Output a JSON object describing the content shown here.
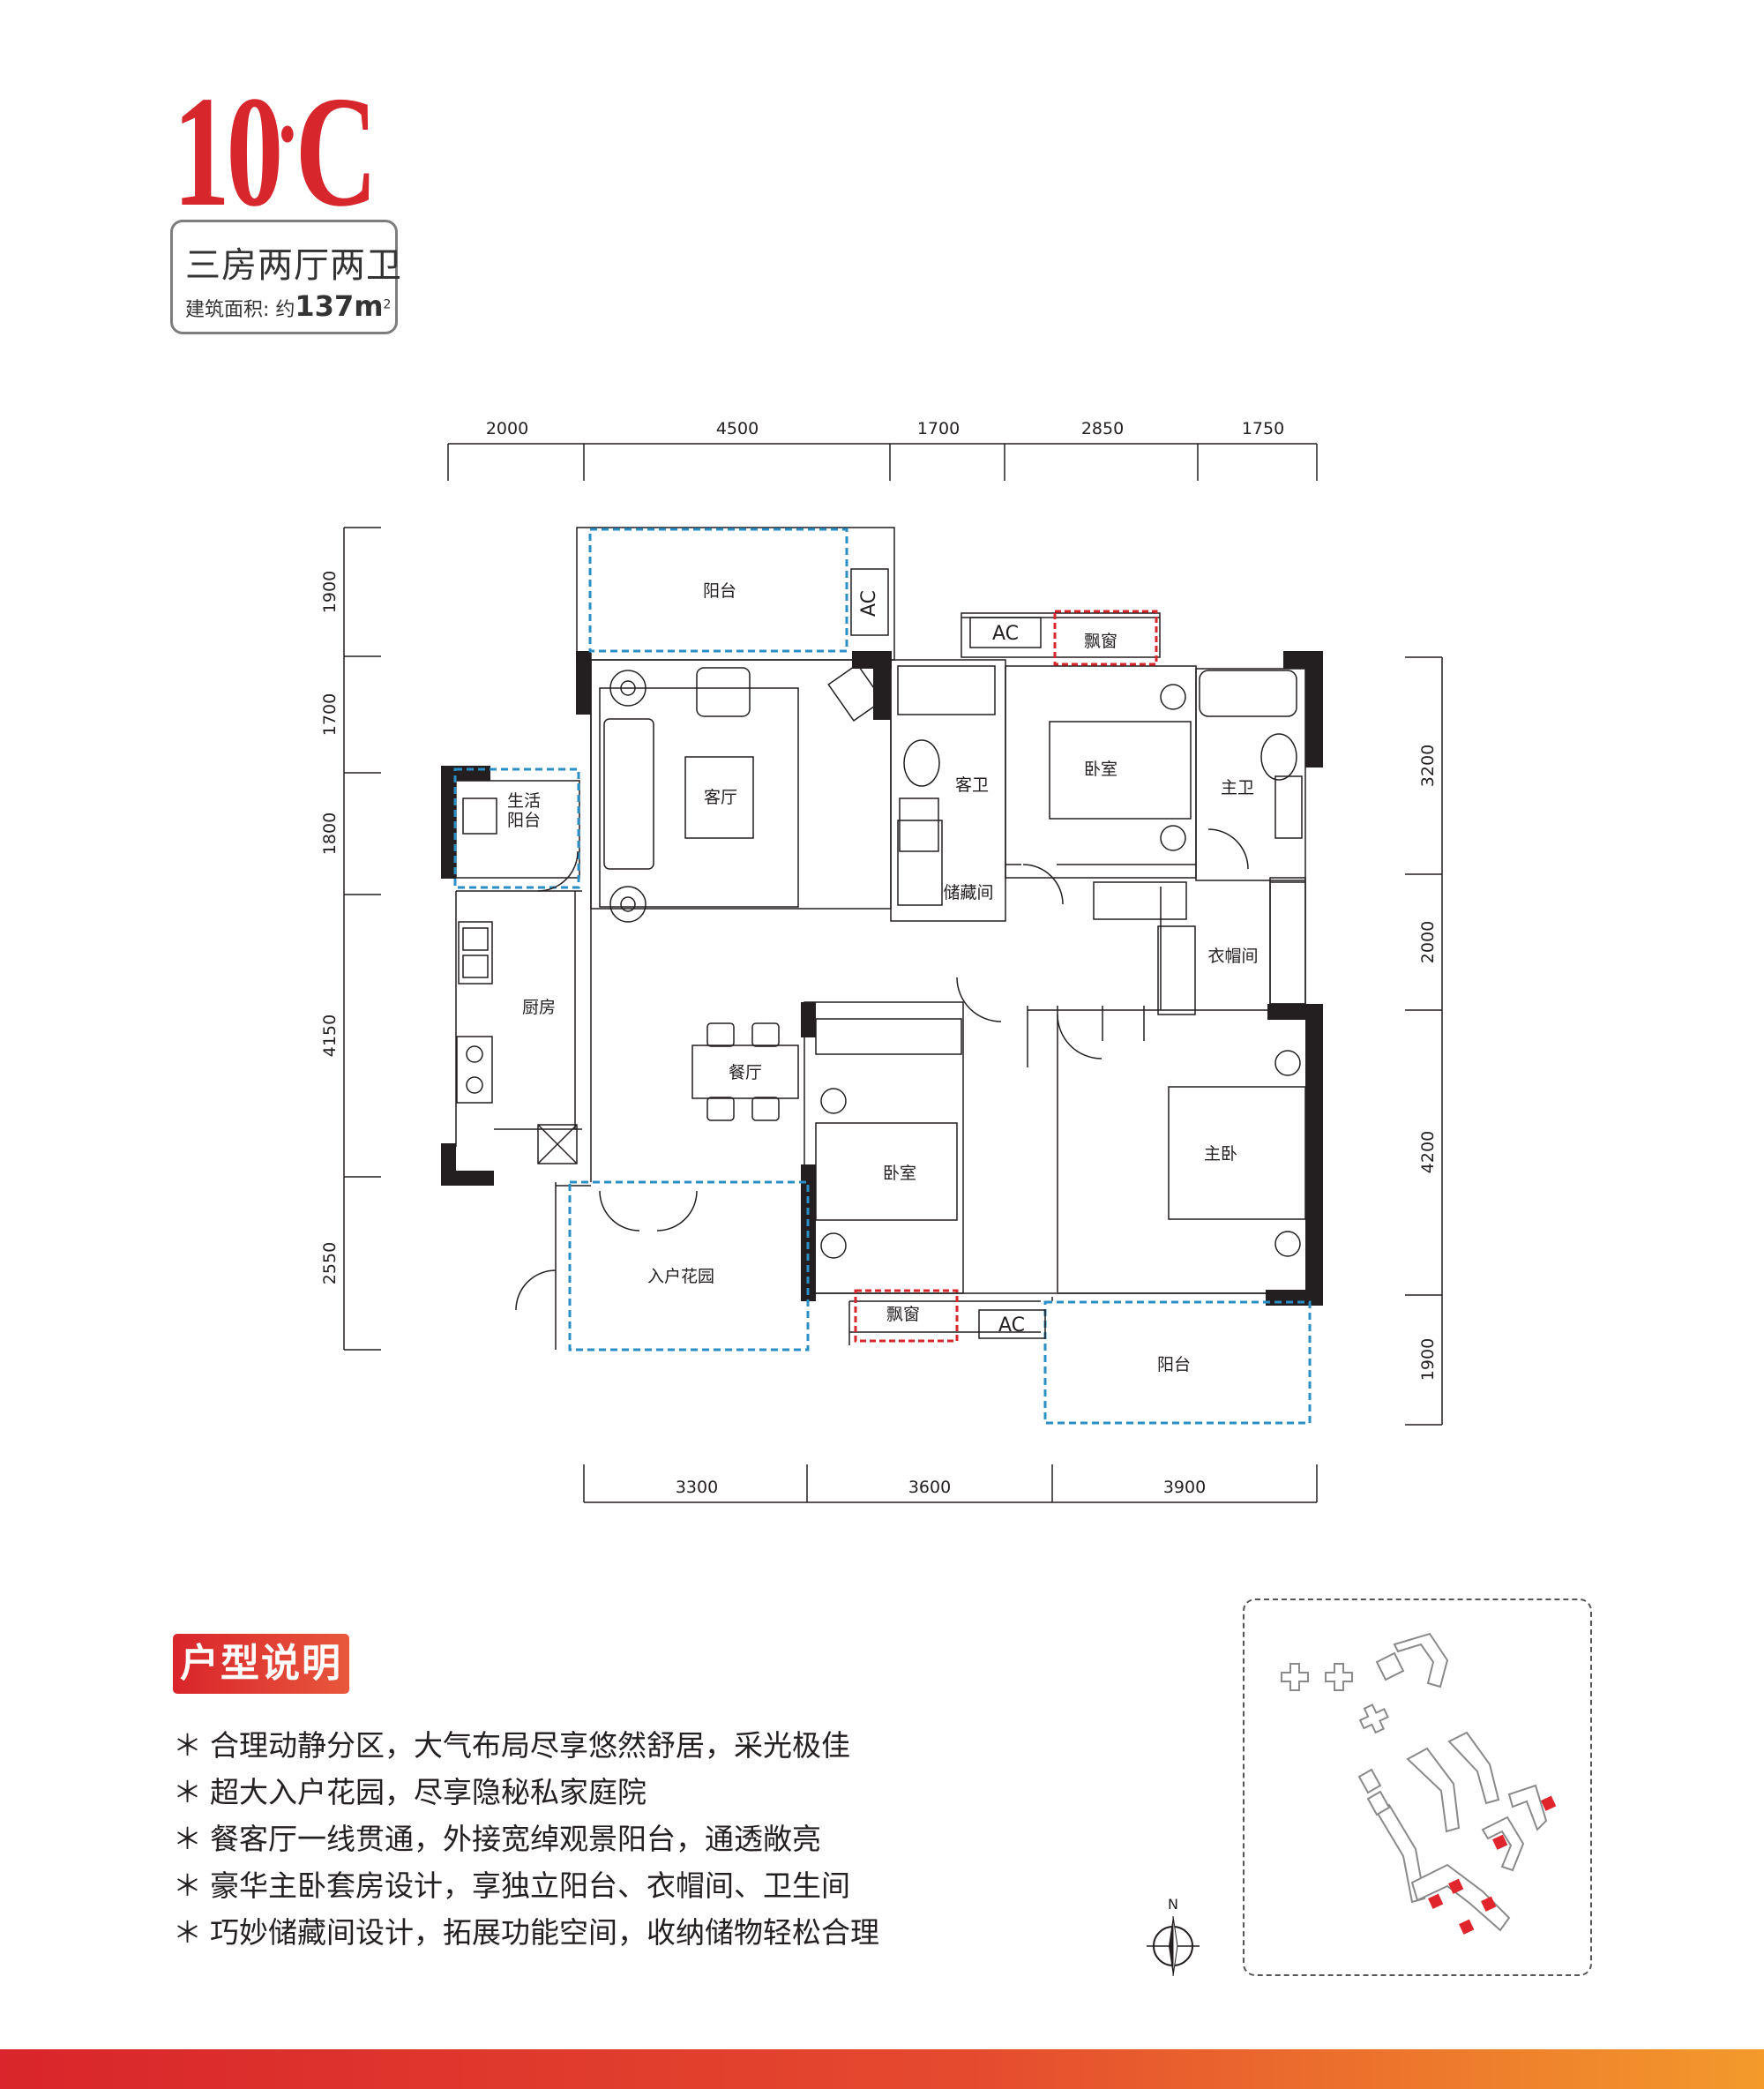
{
  "unit": {
    "code_main": "10",
    "code_dot": "•",
    "code_letter": "C",
    "type": "三房两厅两卫",
    "area_label": "建筑面积: 约",
    "area_value": "137",
    "area_unit": "m",
    "area_sup": "2"
  },
  "dimensions": {
    "top": [
      "2000",
      "4500",
      "1700",
      "2850",
      "1750"
    ],
    "bottom": [
      "3300",
      "3600",
      "3900"
    ],
    "left": [
      "1900",
      "1700",
      "1800",
      "4150",
      "2550"
    ],
    "right": [
      "3200",
      "2000",
      "4200",
      "1900"
    ]
  },
  "rooms": {
    "balcony_top": "阳台",
    "living": "客厅",
    "utility_balcony_1": "生活",
    "utility_balcony_2": "阳台",
    "kitchen": "厨房",
    "dining": "餐厅",
    "entry_garden": "入户花园",
    "guest_bath": "客卫",
    "storage": "储藏间",
    "bedroom_1": "卧室",
    "bedroom_2": "卧室",
    "master_bath": "主卫",
    "walk_in_closet": "衣帽间",
    "master_bedroom": "主卧",
    "balcony_bottom": "阳台",
    "bay_window_top": "飘窗",
    "bay_window_bottom": "飘窗",
    "ac_1": "AC",
    "ac_2": "AC",
    "ac_3": "AC"
  },
  "description": {
    "title": "户型说明",
    "bullet": "＊",
    "items": [
      "合理动静分区，大气布局尽享悠然舒居，采光极佳",
      "超大入户花园，尽享隐秘私家庭院",
      "餐客厅一线贯通，外接宽绰观景阳台，通透敞亮",
      "豪华主卧套房设计，享独立阳台、衣帽间、卫生间",
      "巧妙储藏间设计，拓展功能空间，收纳储物轻松合理"
    ]
  },
  "site_map": {
    "compass_label": "N"
  },
  "colors": {
    "brand_red": "#d7262c",
    "wall": "#231f20",
    "balcony_outline": "#2b8fc7",
    "bay_window_outline": "#d7262c",
    "site_highlight": "#e0262c"
  }
}
